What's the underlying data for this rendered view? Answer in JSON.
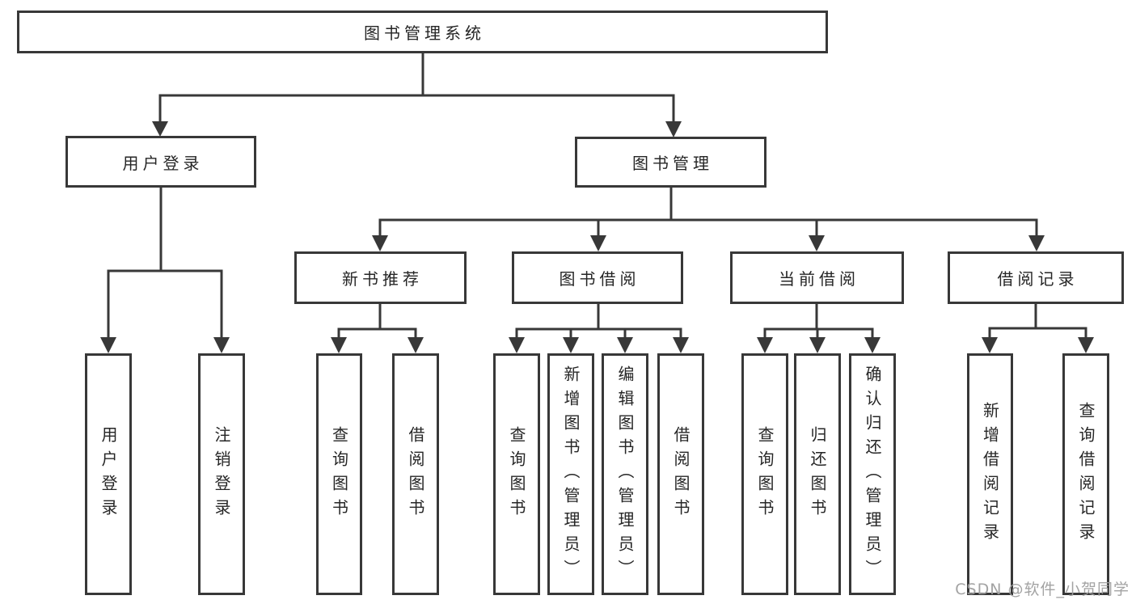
{
  "tree": {
    "root": {
      "label": "图书管理系统",
      "children": [
        {
          "label": "用户登录",
          "children": [
            {
              "label": "用户登录"
            },
            {
              "label": "注销登录"
            }
          ]
        },
        {
          "label": "图书管理",
          "children": [
            {
              "label": "新书推荐",
              "children": [
                {
                  "label": "查询图书"
                },
                {
                  "label": "借阅图书"
                }
              ]
            },
            {
              "label": "图书借阅",
              "children": [
                {
                  "label": "查询图书"
                },
                {
                  "label": "新增图书（管理员）"
                },
                {
                  "label": "编辑图书（管理员）"
                },
                {
                  "label": "借阅图书"
                }
              ]
            },
            {
              "label": "当前借阅",
              "children": [
                {
                  "label": "查询图书"
                },
                {
                  "label": "归还图书"
                },
                {
                  "label": "确认归还（管理员）"
                }
              ]
            },
            {
              "label": "借阅记录",
              "children": [
                {
                  "label": "新增借阅记录"
                },
                {
                  "label": "查询借阅记录"
                }
              ]
            }
          ]
        }
      ]
    }
  },
  "watermark": "CSDN @软件_小贺同学",
  "colors": {
    "line": "#383838",
    "text": "#262626",
    "watermark": "#9e9e9e",
    "background": "#ffffff"
  }
}
